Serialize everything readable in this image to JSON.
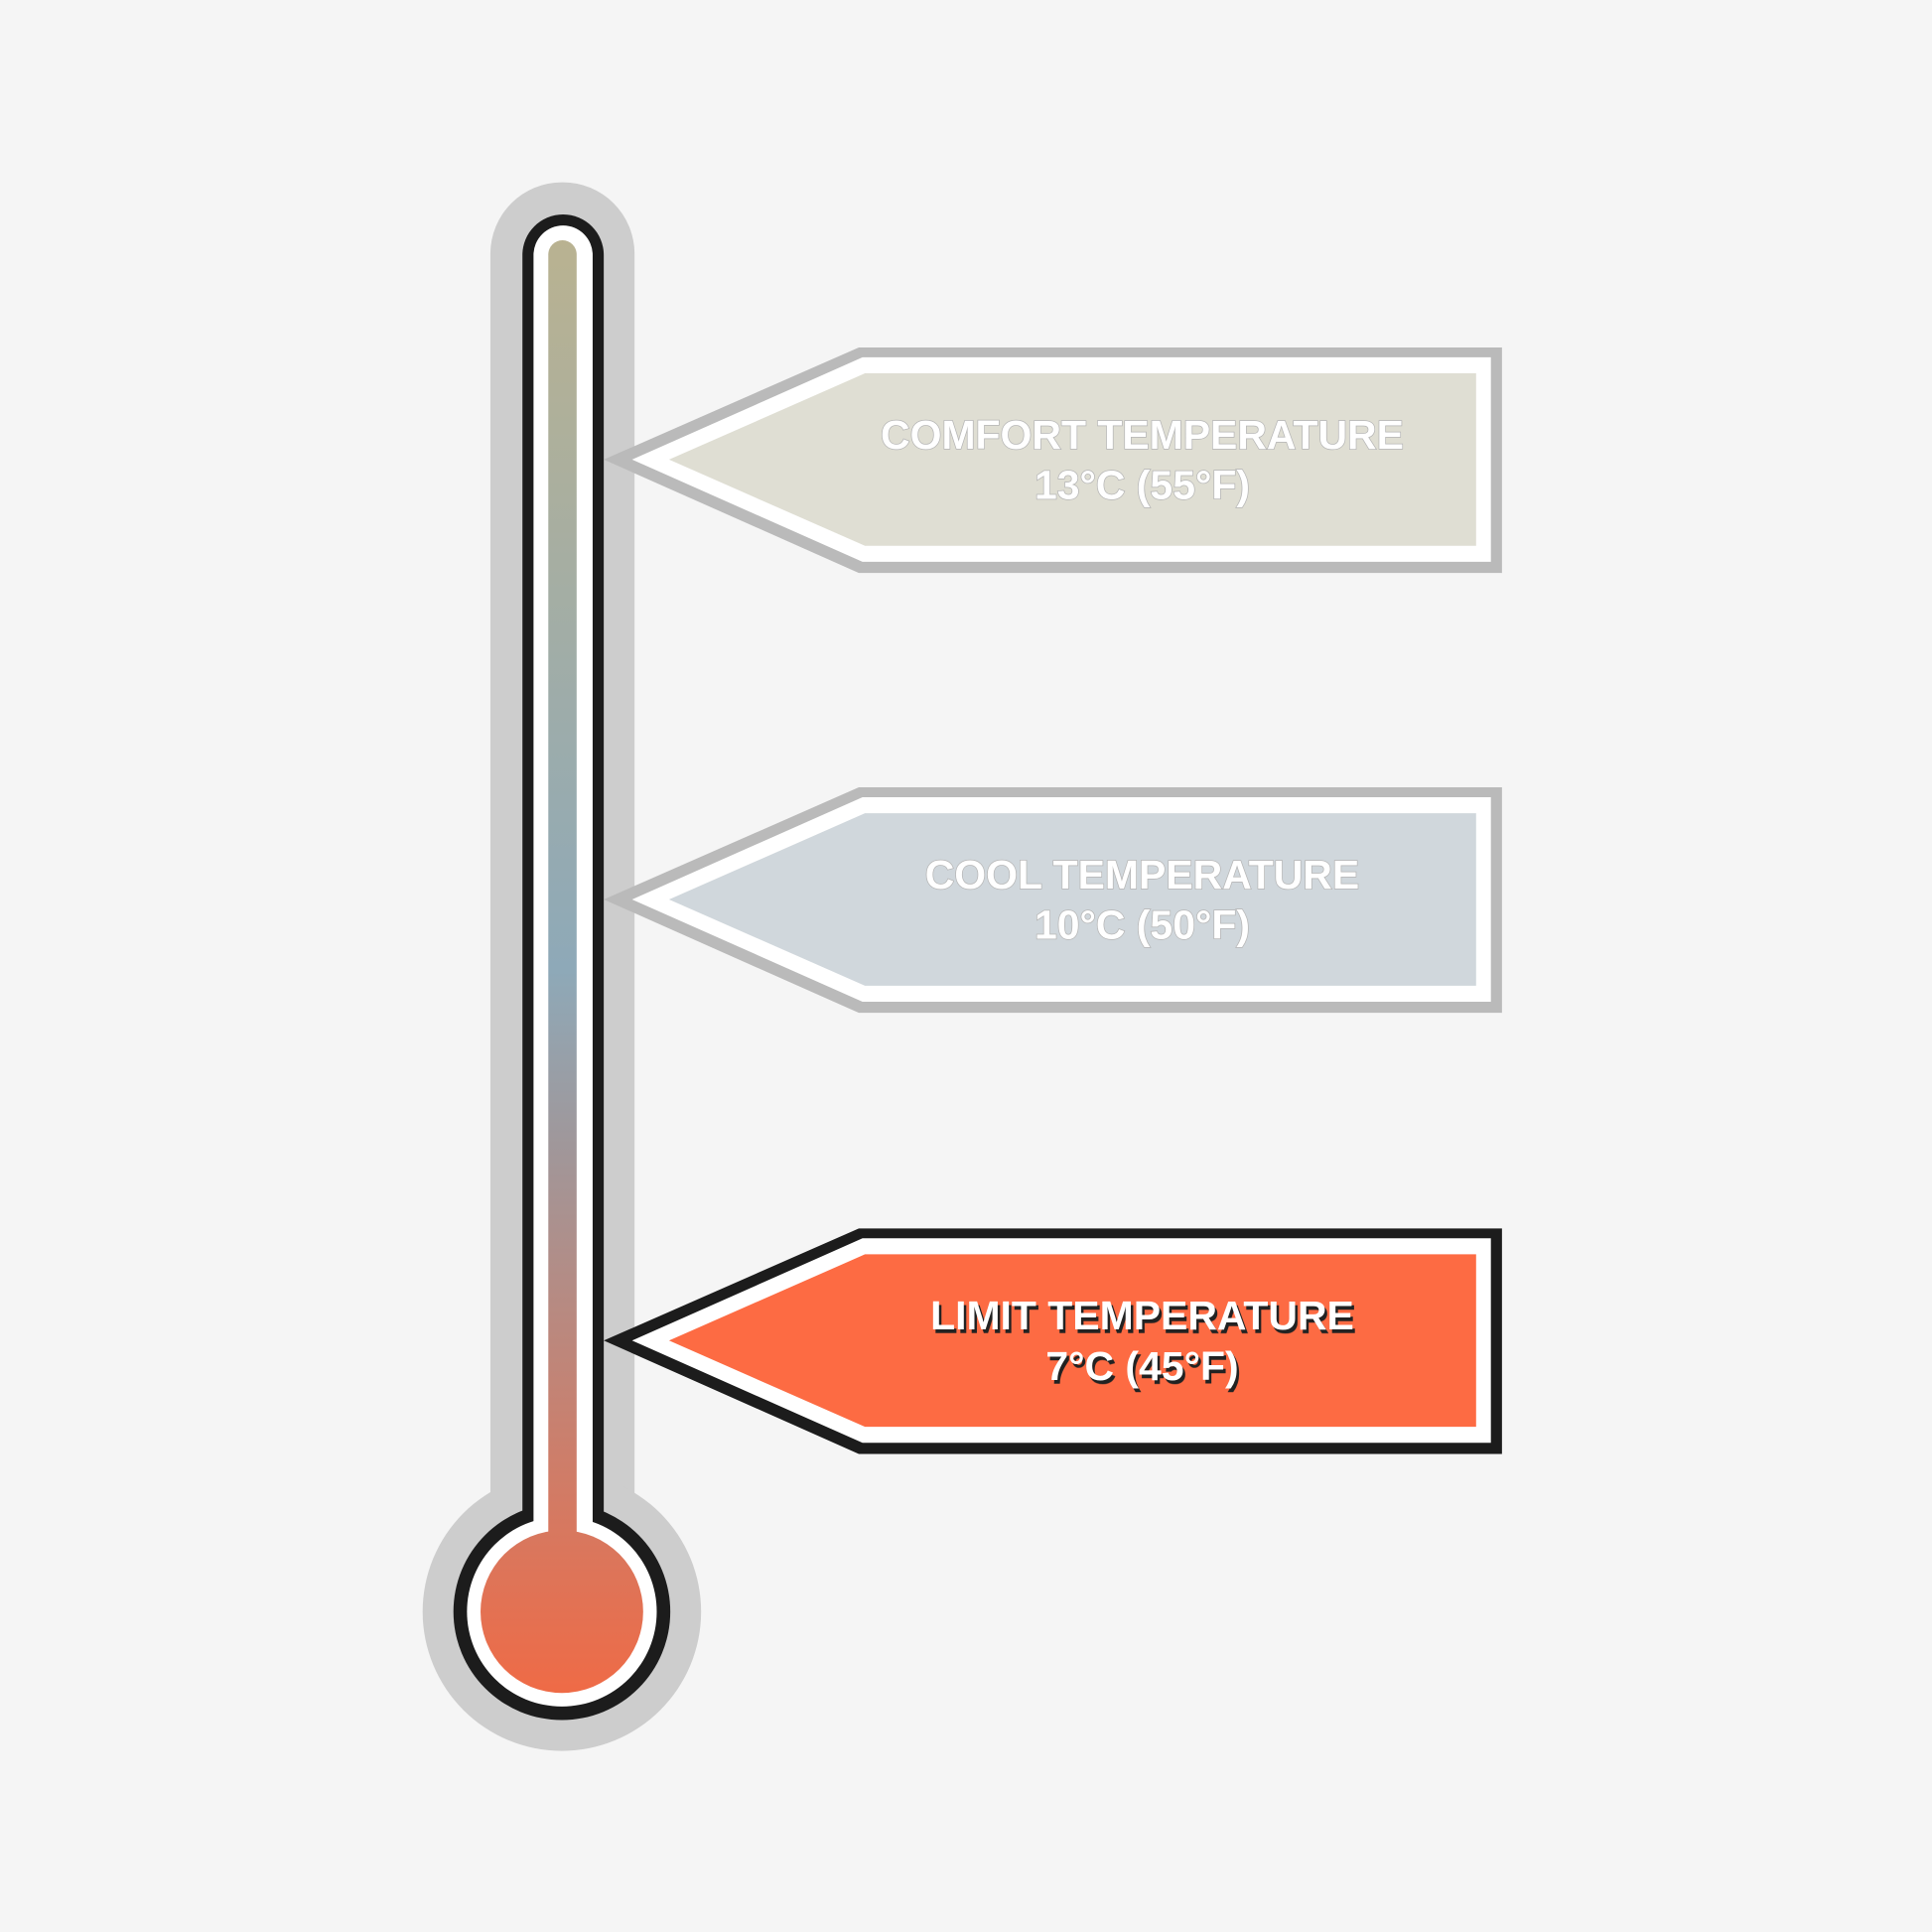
{
  "labels": [
    {
      "title": "COMFORT TEMPERATURE",
      "value": "13°C (55°F)",
      "fill": "#dfded3",
      "border": "#bababa",
      "active": false
    },
    {
      "title": "COOL TEMPERATURE",
      "value": "10°C (50°F)",
      "fill": "#d0d7dc",
      "border": "#bababa",
      "active": false
    },
    {
      "title": "LIMIT TEMPERATURE",
      "value": "7°C (45°F)",
      "fill": "#fd6b43",
      "border": "#1c1c1c",
      "active": true
    }
  ],
  "colors": {
    "background": "#f5f5f5",
    "halo": "#cdcdcd",
    "outline": "#1c1c1c",
    "gradient_top": "#b9b291",
    "gradient_mid": "#8ea9b8",
    "gradient_bottom": "#f06a45"
  }
}
